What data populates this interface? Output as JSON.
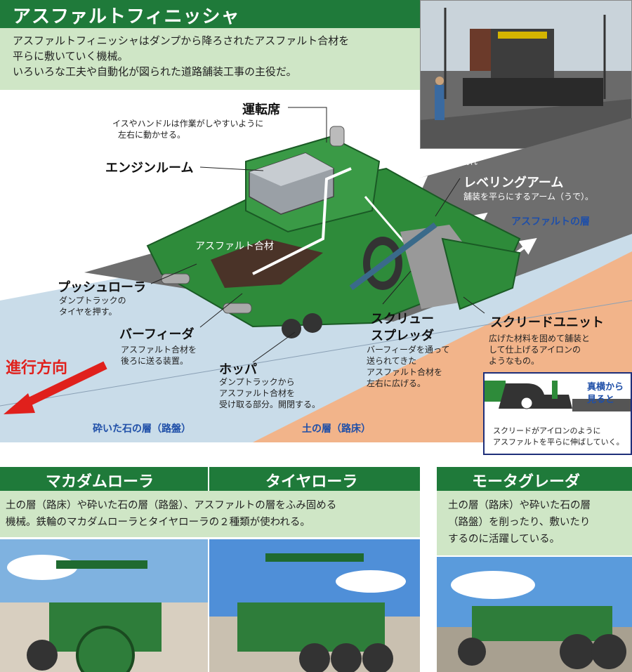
{
  "top": {
    "title": "アスファルトフィニッシャ",
    "intro_line1": "アスファルトフィニッシャはダンプから降ろされたアスファルト合材を",
    "intro_line2": "平らに敷いていく機械。",
    "intro_line3": "いろいろな工夫や自動化が図られた道路舗装工事の主役だ。"
  },
  "diagram": {
    "driver_seat": "運転席",
    "driver_seat_desc_1": "イスやハンドルは作業がしやすいように",
    "driver_seat_desc_2": "左右に動かせる。",
    "engine_room": "エンジンルーム",
    "flow": "アスファルト合材の流れ",
    "leveling_arm": "レベリングアーム",
    "leveling_arm_desc": "舗装を平らにするアーム（うで）。",
    "asphalt_layer": "アスファルトの層",
    "mixture": "アスファルト合材",
    "push_roller": "プッシュローラ",
    "push_roller_desc_1": "ダンプトラックの",
    "push_roller_desc_2": "タイヤを押す。",
    "bar_feeder": "バーフィーダ",
    "bar_feeder_desc_1": "アスファルト合材を",
    "bar_feeder_desc_2": "後ろに送る装置。",
    "hopper": "ホッパ",
    "hopper_desc_1": "ダンプトラックから",
    "hopper_desc_2": "アスファルト合材を",
    "hopper_desc_3": "受け取る部分。開閉する。",
    "screw_spreader_1": "スクリュー",
    "screw_spreader_2": "スプレッダ",
    "screw_desc_1": "バーフィーダを通って",
    "screw_desc_2": "送られてきた",
    "screw_desc_3": "アスファルト合材を",
    "screw_desc_4": "左右に広げる。",
    "screed_unit": "スクリードユニット",
    "screed_desc_1": "広げた材料を固めて舗装と",
    "screed_desc_2": "して仕上げるアイロンの",
    "screed_desc_3": "ようなもの。",
    "direction": "進行方向",
    "crushed_stone_layer": "砕いた石の層（路盤）",
    "soil_layer": "土の層（路床）",
    "inset_side_1": "真横から",
    "inset_side_2": "見ると",
    "inset_desc_1": "スクリードがアイロンのように",
    "inset_desc_2": "アスファルトを平らに伸ばしていく。"
  },
  "rollers": {
    "macadam_title": "マカダムローラ",
    "tire_title": "タイヤローラ",
    "desc_1": "土の層（路床）や砕いた石の層（路盤）、アスファルトの層をふみ固める",
    "desc_2": "機械。鉄輪のマカダムローラとタイヤローラの２種類が使われる。"
  },
  "grader": {
    "title": "モータグレーダ",
    "desc_1": "土の層（路床）や砕いた石の層",
    "desc_2": "（路盤）を削ったり、敷いたり",
    "desc_3": "するのに活躍している。"
  },
  "colors": {
    "header_green": "#1f7a3a",
    "sub_green": "#cfe6c6",
    "machine_green": "#2e8b3a",
    "asphalt_gray": "#6e6e6e",
    "base_blue": "#c9dce9",
    "soil_orange": "#f2b48a",
    "arrow_red": "#e0201c",
    "label_blue": "#1f4fa8"
  }
}
